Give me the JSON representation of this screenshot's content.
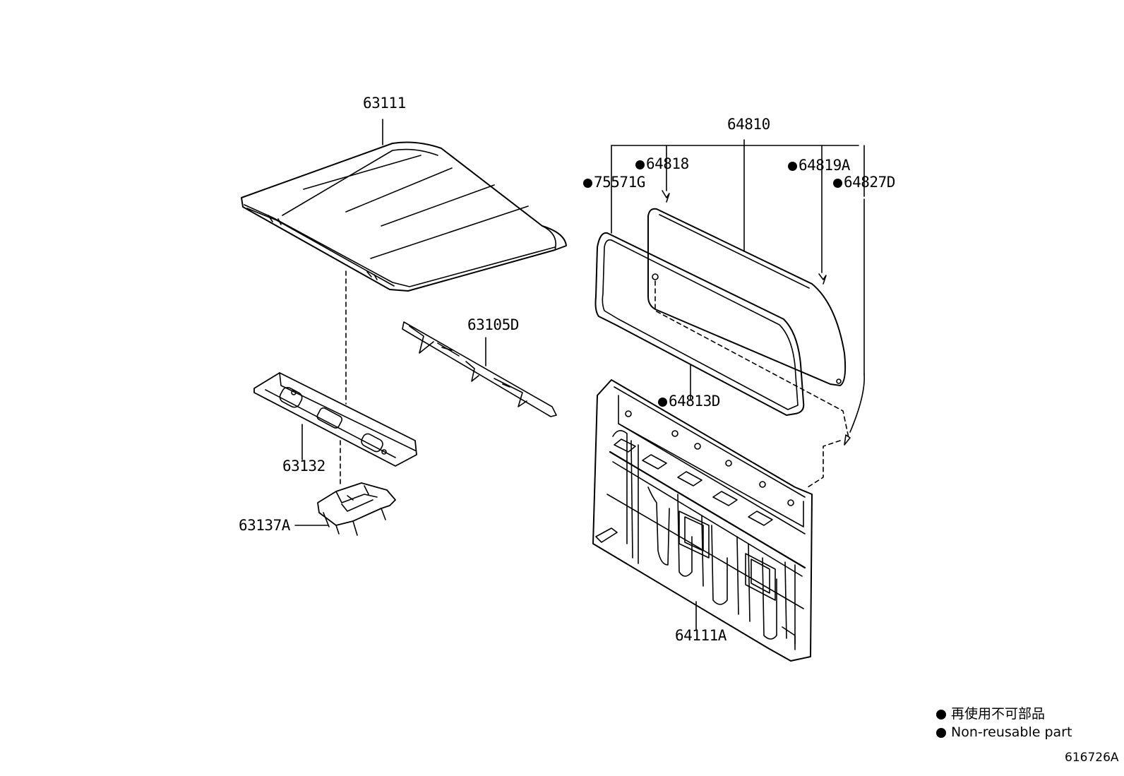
{
  "parts": {
    "roof_panel": "63111",
    "roof_bow": "63105D",
    "roof_reinforcement": "63132",
    "roof_bracket": "63137A",
    "back_window_glass": "64810",
    "retainer_clip": "64818",
    "weatherstrip": "75571G",
    "spacer": "64819A",
    "stopper": "64827D",
    "glass_dam": "64813D",
    "back_panel": "64111A"
  },
  "legend": {
    "japanese": "再使用不可部品",
    "english": "Non-reusable part"
  },
  "figure_id": "616726A",
  "colors": {
    "line": "#000000",
    "background": "#ffffff"
  }
}
